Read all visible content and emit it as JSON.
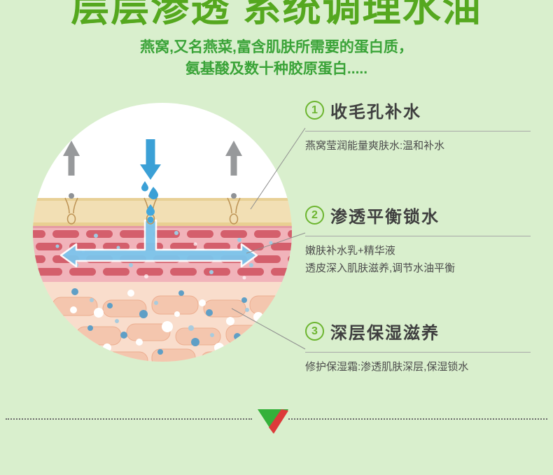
{
  "page": {
    "title": "层层渗透 系统调理水油",
    "subtitle_line1": "燕窝,又名燕菜,富含肌肤所需要的蛋白质，",
    "subtitle_line2": "氨基酸及数十种胶原蛋白....."
  },
  "annotations": {
    "a1": {
      "num": "1",
      "heading": "收毛孔补水",
      "desc1": "燕窝莹润能量爽肤水:温和补水"
    },
    "a2": {
      "num": "2",
      "heading": "渗透平衡锁水",
      "desc1": "嫩肤补水乳+精华液",
      "desc2": "透皮深入肌肤滋养,调节水油平衡"
    },
    "a3": {
      "num": "3",
      "heading": "深层保湿滋养",
      "desc1": "修护保湿霜:渗透肌肤深层,保湿锁水"
    }
  },
  "diagram": {
    "subject": "skin-cross-section-circle",
    "icons": {
      "up_arrow": "evaporation-up-arrow",
      "down_arrow": "hydration-down-arrow",
      "water_drop": "water-drop",
      "spread_arrow": "horizontal-spread-arrow",
      "pore": "skin-pore",
      "footer_marker": "green-red-down-triangle"
    }
  },
  "colors": {
    "background": "#d9efcd",
    "title_green": "#55a81f",
    "subtitle_green": "#3aa338",
    "badge_green": "#6cb52f",
    "heading_text": "#3f3f3f",
    "body_text": "#4c4c4c",
    "arrow_blue": "#3ba0d6",
    "spread_arrow_blue": "#7cc5ec",
    "up_arrow_gray": "#97999b",
    "epidermis_tan": "#f2dfb4",
    "dermis_pink": "#f1b3ba",
    "fiber_red": "#d45f6c",
    "hypodermis_peach": "#f9ddcc",
    "footer_triangle_green": "#35b13a",
    "footer_triangle_red": "#dd3a3a"
  }
}
